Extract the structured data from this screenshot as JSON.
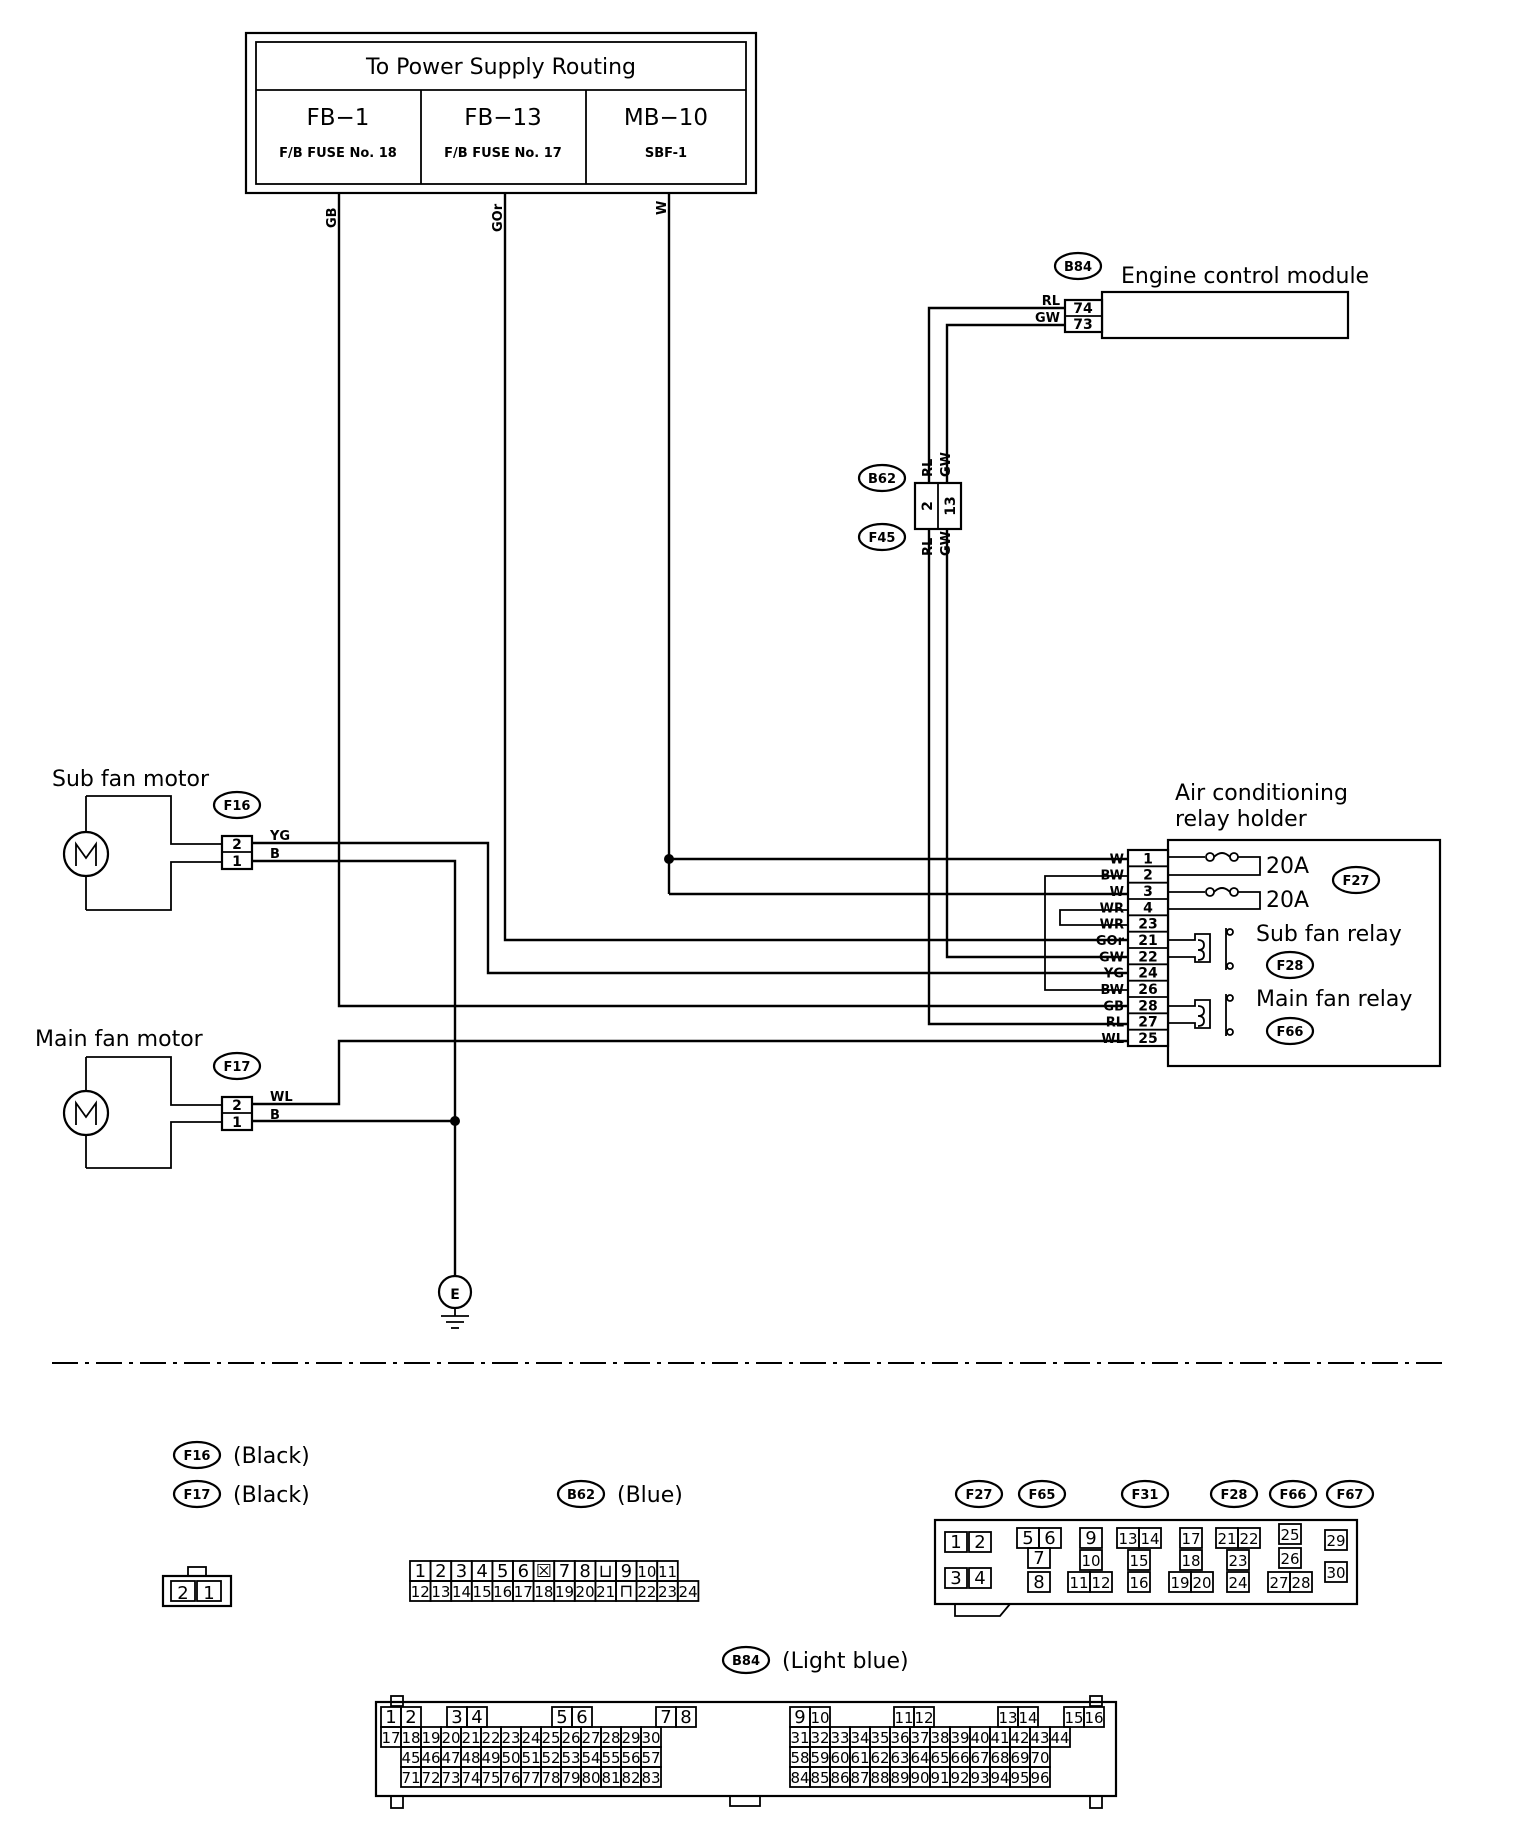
{
  "power_supply": {
    "title": "To Power Supply Routing",
    "fuses": [
      {
        "id": "FB−1",
        "desc": "F/B FUSE No. 18"
      },
      {
        "id": "FB−13",
        "desc": "F/B FUSE No. 17"
      },
      {
        "id": "MB−10",
        "desc": "SBF-1"
      }
    ]
  },
  "wires": {
    "gb": "GB",
    "gor": "GOr",
    "w": "W",
    "rl": "RL",
    "gw": "GW",
    "yg": "YG",
    "b": "B",
    "wl": "WL"
  },
  "ecm": {
    "connector": "B84",
    "label": "Engine control module",
    "pins": [
      "74",
      "73"
    ],
    "wires": [
      "RL",
      "GW"
    ]
  },
  "joint": {
    "top": "B62",
    "bottom": "F45",
    "pins": [
      "2",
      "13"
    ]
  },
  "sub_fan": {
    "label": "Sub fan motor",
    "connector": "F16",
    "pins": [
      "2",
      "1"
    ],
    "wires": [
      "YG",
      "B"
    ]
  },
  "main_fan": {
    "label": "Main fan motor",
    "connector": "F17",
    "pins": [
      "2",
      "1"
    ],
    "wires": [
      "WL",
      "B"
    ]
  },
  "ground": {
    "label": "E"
  },
  "relay_holder": {
    "label_line1": "Air conditioning",
    "label_line2": "relay holder",
    "fuse1": "20A",
    "fuse2": "20A",
    "fuse_connector": "F27",
    "sub_relay": "Sub fan relay",
    "sub_relay_connector": "F28",
    "main_relay": "Main fan relay",
    "main_relay_connector": "F66",
    "pins": [
      {
        "wire": "W",
        "pin": "1"
      },
      {
        "wire": "BW",
        "pin": "2"
      },
      {
        "wire": "W",
        "pin": "3"
      },
      {
        "wire": "WR",
        "pin": "4"
      },
      {
        "wire": "WR",
        "pin": "23"
      },
      {
        "wire": "GOr",
        "pin": "21"
      },
      {
        "wire": "GW",
        "pin": "22"
      },
      {
        "wire": "YG",
        "pin": "24"
      },
      {
        "wire": "BW",
        "pin": "26"
      },
      {
        "wire": "GB",
        "pin": "28"
      },
      {
        "wire": "RL",
        "pin": "27"
      },
      {
        "wire": "WL",
        "pin": "25"
      }
    ]
  },
  "legend": {
    "f16": {
      "id": "F16",
      "color": "(Black)"
    },
    "f17": {
      "id": "F17",
      "color": "(Black)"
    },
    "small_conn": [
      "2",
      "1"
    ],
    "b62": {
      "id": "B62",
      "color": "(Blue)"
    },
    "b62_row1": [
      "1",
      "2",
      "3",
      "4",
      "5",
      "6",
      "☒",
      "7",
      "8",
      "⊔",
      "9",
      "10",
      "11"
    ],
    "b62_row2": [
      "12",
      "13",
      "14",
      "15",
      "16",
      "17",
      "18",
      "19",
      "20",
      "21",
      "⊓",
      "22",
      "23",
      "24"
    ],
    "relay_ids": [
      "F27",
      "F65",
      "F31",
      "F28",
      "F66",
      "F67"
    ],
    "b84": {
      "id": "B84",
      "color": "(Light blue)"
    }
  }
}
